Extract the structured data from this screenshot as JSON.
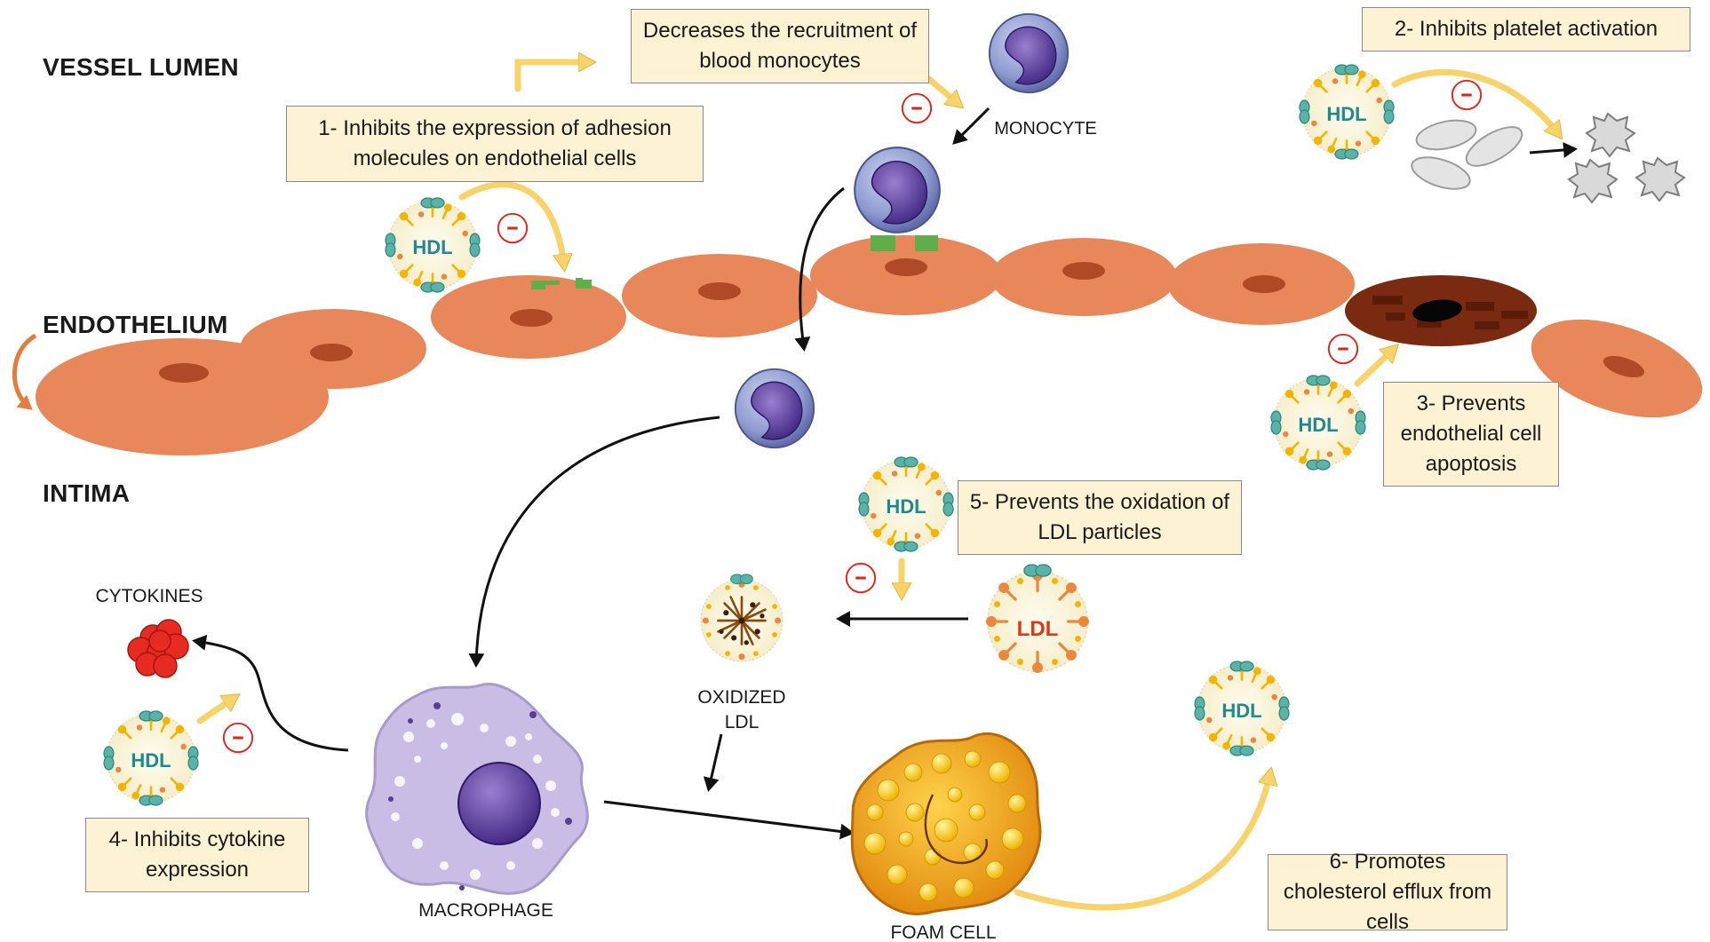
{
  "regions": {
    "vessel_lumen": "VESSEL LUMEN",
    "endothelium": "ENDOTHELIUM",
    "intima": "INTIMA"
  },
  "effects": {
    "e1": "1- Inhibits the expression of adhesion molecules on endothelial cells",
    "e1_sub": "Decreases the recruitment of blood monocytes",
    "e2": "2- Inhibits platelet activation",
    "e3": "3- Prevents endothelial cell apoptosis",
    "e4": "4- Inhibits cytokine expression",
    "e5": "5- Prevents the oxidation of LDL particles",
    "e6": "6- Promotes cholesterol efflux from cells"
  },
  "cells": {
    "monocyte": "MONOCYTE",
    "cytokines": "CYTOKINES",
    "macrophage": "MACROPHAGE",
    "oxidized_ldl": "OXIDIZED LDL",
    "foam_cell": "FOAM CELL"
  },
  "particles": {
    "hdl": "HDL",
    "ldl": "LDL"
  },
  "symbols": {
    "inhibit": "−"
  },
  "colors": {
    "endothelial_cell": "#e8875a",
    "endothelial_nucleus": "#b04a26",
    "apoptotic_cell": "#7a2a10",
    "monocyte_outer": "#8e9ad0",
    "monocyte_nucleus": "#5a3e96",
    "adhesion_molecule": "#5fae4a",
    "macrophage": "#c9bde6",
    "foam_cell": "#f3a31c",
    "box_fill": "#fdf2d3",
    "yellow_arrow": "#f7d36a",
    "inhibit_red": "#e2231a",
    "cytokine_red": "#e52b22",
    "hdl_text": "#1f8a8a",
    "ldl_text": "#d93a1a"
  }
}
